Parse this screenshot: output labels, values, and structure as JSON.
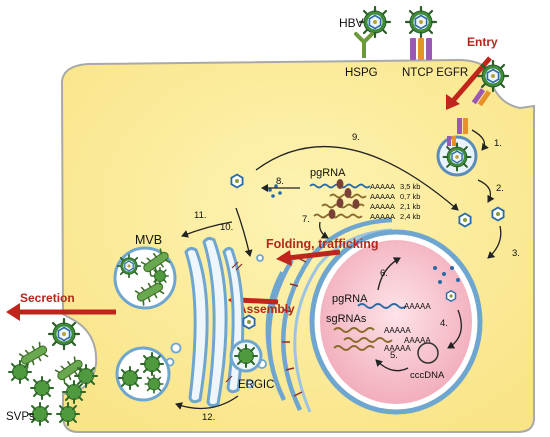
{
  "labels": {
    "hbv": "HBV",
    "hspg": "HSPG",
    "ntcp_egfr": "NTCP EGFR",
    "entry": "Entry",
    "mvb": "MVB",
    "secretion": "Secretion",
    "svps": "SVPs",
    "ergic": "ERGIC",
    "folding": "Folding, trafficking",
    "assembly": "Assembly",
    "pgrna_top": "pgRNA",
    "pgrna_nucleus": "pgRNA",
    "sgrnas": "sgRNAs",
    "cccdna": "cccDNA"
  },
  "transcripts": [
    {
      "tail": "AAAAA",
      "size": "3,5 kb"
    },
    {
      "tail": "AAAAA",
      "size": "0,7 kb"
    },
    {
      "tail": "AAAAA",
      "size": "2,1 kb"
    },
    {
      "tail": "AAAAA",
      "size": "2,4 kb"
    }
  ],
  "nuclear_tails": [
    "AAAAA",
    "AAAAA",
    "AAAAA",
    "AAAAA"
  ],
  "steps": [
    "1.",
    "2.",
    "3.",
    "4.",
    "5.",
    "6.",
    "7.",
    "8.",
    "9.",
    "10.",
    "11.",
    "12."
  ],
  "colors": {
    "cell_fill": "#fbee9a",
    "cell_stroke": "#9a9a9a",
    "nucleus_fill": "#f7c8d0",
    "envelope": "#7fb3d5",
    "red_arrow": "#c0241b",
    "virus_green": "#3f8c3a",
    "capsid_blue": "#2b6aa8"
  }
}
